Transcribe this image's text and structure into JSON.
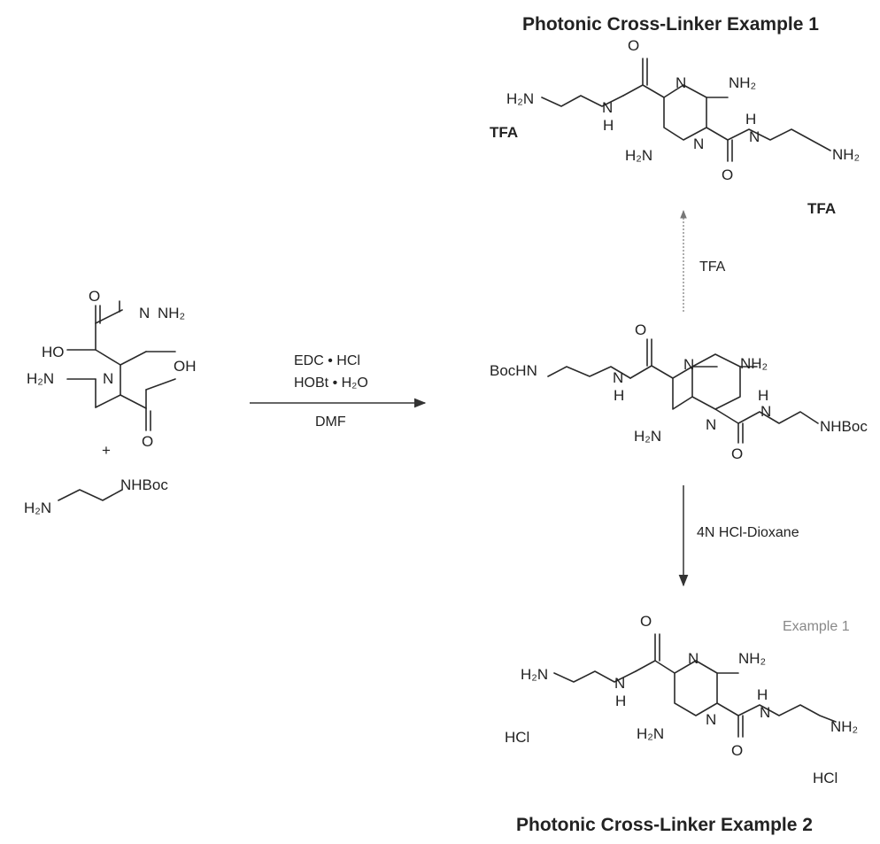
{
  "titles": {
    "top": "Photonic Cross-Linker Example 1",
    "bottom": "Photonic Cross-Linker Example 2"
  },
  "reagents": {
    "coupling_line1": "EDC • HCl",
    "coupling_line2": "HOBt • H₂O",
    "coupling_solvent": "DMF",
    "deprotect_tfa": "TFA",
    "deprotect_hcl": "4N HCl-Dioxane"
  },
  "labels": {
    "plus": "+",
    "example_label": "Example 1",
    "counterion_tfa": "TFA",
    "counterion_hcl": "HCl"
  },
  "atoms": {
    "O": "O",
    "N": "N",
    "H": "H",
    "HO": "HO",
    "OH": "OH",
    "NH2": "NH₂",
    "H2N": "H₂N",
    "NHBoc": "NHBoc",
    "BocHN": "BocHN"
  }
}
